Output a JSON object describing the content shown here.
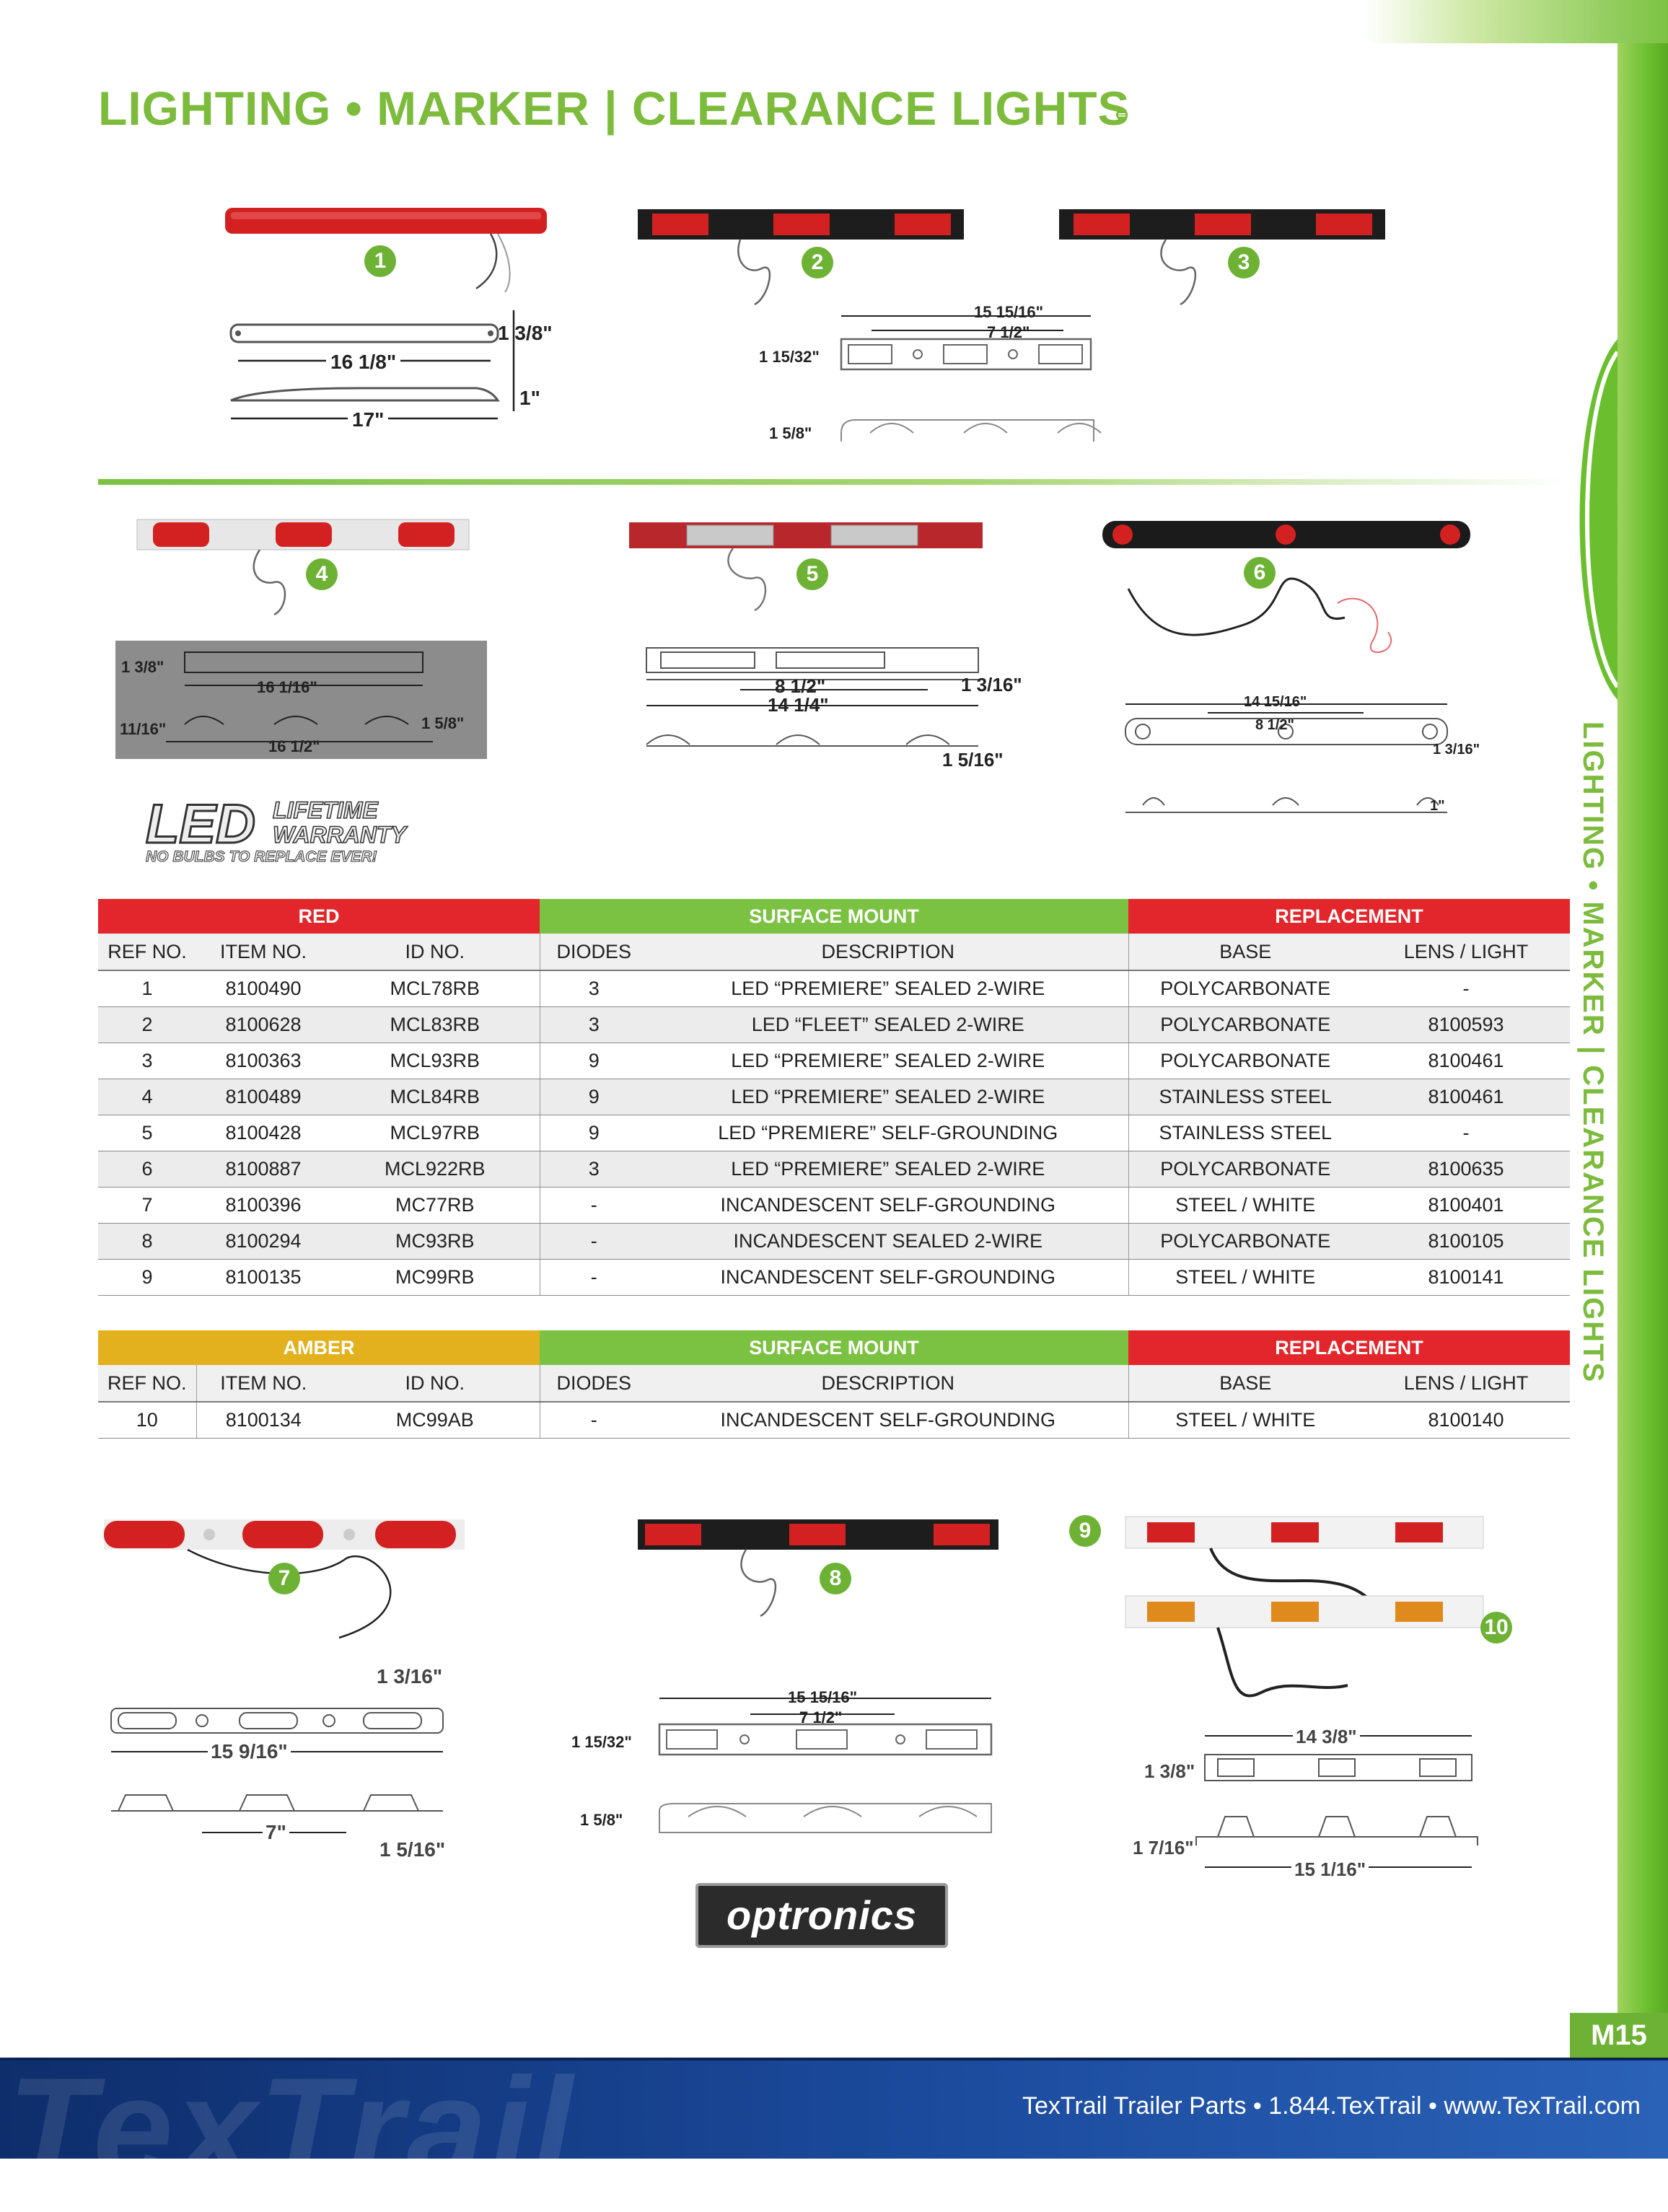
{
  "header": {
    "title": "LIGHTING • MARKER | CLEARANCE LIGHTS"
  },
  "side_tab": {
    "label": "LIGHTING • MARKER | CLEARANCE LIGHTS"
  },
  "badges": [
    "1",
    "2",
    "3",
    "4",
    "5",
    "6",
    "7",
    "8",
    "9",
    "10"
  ],
  "dims": {
    "p1": [
      "1 3/8\"",
      "16 1/8\"",
      "1\"",
      "17\""
    ],
    "p23": [
      "15 15/16\"",
      "7 1/2\"",
      "1 15/32\"",
      "1 5/8\""
    ],
    "p4": [
      "1 3/8\"",
      "16 1/16\"",
      "11/16\"",
      "1 5/8\"",
      "16 1/2\""
    ],
    "p5": [
      "8 1/2\"",
      "14 1/4\"",
      "1 3/16\"",
      "1 5/16\""
    ],
    "p6": [
      "14 15/16\"",
      "8 1/2\"",
      "1 3/16\"",
      "1\""
    ],
    "p7": [
      "1 3/16\"",
      "15 9/16\"",
      "7\"",
      "1 5/16\""
    ],
    "p8": [
      "15 15/16\"",
      "7 1/2\"",
      "1 15/32\"",
      "1 5/8\""
    ],
    "p910": [
      "14 3/8\"",
      "1 3/8\"",
      "1 7/16\"",
      "15 1/16\""
    ]
  },
  "logos": {
    "led_line1": "LED",
    "led_line2": "LIFETIME",
    "led_line3": "WARRANTY",
    "led_line4": "NO BULBS TO REPLACE EVER!",
    "optronics": "optronics"
  },
  "table_red": {
    "bands": [
      "RED",
      "SURFACE MOUNT",
      "REPLACEMENT"
    ],
    "headers": [
      "REF NO.",
      "ITEM NO.",
      "ID NO.",
      "DIODES",
      "DESCRIPTION",
      "BASE",
      "LENS / LIGHT"
    ],
    "rows": [
      [
        "1",
        "8100490",
        "MCL78RB",
        "3",
        "LED “PREMIERE” SEALED 2-WIRE",
        "POLYCARBONATE",
        "-"
      ],
      [
        "2",
        "8100628",
        "MCL83RB",
        "3",
        "LED  “FLEET” SEALED 2-WIRE",
        "POLYCARBONATE",
        "8100593"
      ],
      [
        "3",
        "8100363",
        "MCL93RB",
        "9",
        "LED “PREMIERE” SEALED 2-WIRE",
        "POLYCARBONATE",
        "8100461"
      ],
      [
        "4",
        "8100489",
        "MCL84RB",
        "9",
        "LED “PREMIERE” SEALED 2-WIRE",
        "STAINLESS STEEL",
        "8100461"
      ],
      [
        "5",
        "8100428",
        "MCL97RB",
        "9",
        "LED “PREMIERE” SELF-GROUNDING",
        "STAINLESS STEEL",
        "-"
      ],
      [
        "6",
        "8100887",
        "MCL922RB",
        "3",
        "LED “PREMIERE” SEALED 2-WIRE",
        "POLYCARBONATE",
        "8100635"
      ],
      [
        "7",
        "8100396",
        "MC77RB",
        "-",
        "INCANDESCENT  SELF-GROUNDING",
        "STEEL / WHITE",
        "8100401"
      ],
      [
        "8",
        "8100294",
        "MC93RB",
        "-",
        "INCANDESCENT SEALED 2-WIRE",
        "POLYCARBONATE",
        "8100105"
      ],
      [
        "9",
        "8100135",
        "MC99RB",
        "-",
        "INCANDESCENT  SELF-GROUNDING",
        "STEEL / WHITE",
        "8100141"
      ]
    ]
  },
  "table_amber": {
    "bands": [
      "AMBER",
      "SURFACE MOUNT",
      "REPLACEMENT"
    ],
    "headers": [
      "REF NO.",
      "ITEM NO.",
      "ID NO.",
      "DIODES",
      "DESCRIPTION",
      "BASE",
      "LENS / LIGHT"
    ],
    "rows": [
      [
        "10",
        "8100134",
        "MC99AB",
        "-",
        "INCANDESCENT  SELF-GROUNDING",
        "STEEL / WHITE",
        "8100140"
      ]
    ]
  },
  "footer": {
    "watermark": "TexTrail",
    "text": "TexTrail Trailer Parts • 1.844.TexTrail • www.TexTrail.com",
    "page": "M15"
  },
  "colors": {
    "green": "#7dbb3d",
    "red": "#e2262b",
    "amber": "#e3b11e",
    "navy": "#14387f"
  }
}
